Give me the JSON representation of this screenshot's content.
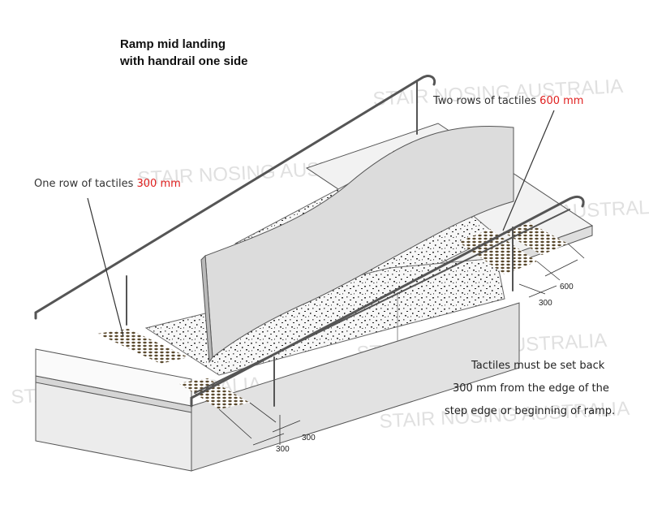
{
  "title": {
    "line1": "Ramp mid landing",
    "line2": "with handrail one side"
  },
  "callouts": {
    "one_row": {
      "text": "One row of tactiles",
      "value": "300 mm"
    },
    "two_rows": {
      "text": "Two rows of tactiles",
      "value": "600 mm"
    }
  },
  "note": {
    "line1": "Tactiles must be set back",
    "line2": "300 mm from the edge of the",
    "line3": "step edge or beginning of ramp."
  },
  "dimensions": {
    "d1": "600",
    "d2": "300",
    "d3": "300",
    "d4": "300"
  },
  "watermark": "STAIR NOSING AUSTRALIA",
  "colors": {
    "highlight": "#e0201f",
    "wall": "#dcdcdc",
    "tactile": "#5b4a2e"
  }
}
